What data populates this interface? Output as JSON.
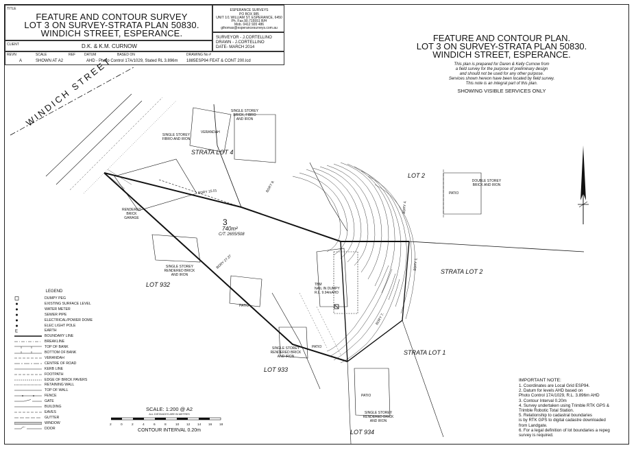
{
  "title_block": {
    "title_tag": "TITLE",
    "title_lines": [
      "FEATURE AND CONTOUR SURVEY",
      "LOT 3 ON SURVEY-STRATA PLAN 50830.",
      "WINDICH STREET, ESPERANCE."
    ],
    "company_lines": [
      "ESPERANCE SURVEYS",
      "PO BOX 985",
      "UNIT 1/1 WILLIAM ST. ESPERANCE, 6450",
      "Ph. Fax.90.715551 B/H",
      "Mob. 0412 920 486",
      "gthomas@esperancesurveys.com.au"
    ],
    "client_tag": "CLIENT",
    "client": "D.K. & K.M. CURNOW",
    "surveyor_lines": [
      "SURVEYOR - J.CORTELLINO",
      "DRAWN - J.CORTELLINO",
      "DATE- MARCH 2014"
    ],
    "header_labels": [
      "REVN",
      "SCALE",
      "REF",
      "DATUM",
      "BASED ON",
      "DRAWING No #"
    ],
    "revision": "A",
    "scale": "SHOWN AT A2",
    "datum": "AHD - Photo Control 17A/1029, Stated RL 3.896m",
    "drawing_no": "1885ESP94 FEAT & CONT 200.lcd"
  },
  "plan_heading": {
    "lines": [
      "FEATURE AND CONTOUR PLAN.",
      "LOT 3 ON SURVEY-STRATA PLAN 50830.",
      "WINDICH STREET, ESPERANCE."
    ],
    "note_lines": [
      "This plan is prepared for Daren & Kelly Curnow from",
      "a field survey for the purpose of  preliminary design",
      "and should not be used for any other purpose.",
      "Services shown hereon have been  located by field survey.",
      "This note is an integral part of this plan."
    ],
    "services_note": "SHOWING VISIBLE SERVICES ONLY"
  },
  "map_labels": {
    "street": "WINDICH STREET",
    "strata_lot_4": "STRATA LOT 4",
    "strata_lot_2": "STRATA LOT 2",
    "strata_lot_1": "STRATA LOT 1",
    "lot_2": "LOT 2",
    "lot_932": "LOT 932",
    "lot_933": "LOT 933",
    "lot_934": "LOT 934",
    "lot_no": "3",
    "lot_area": "740m²",
    "lot_ct": "C/T: 2655/508",
    "house_single_fibro": [
      "SINGLE STOREY",
      "FIBRO AND IRON"
    ],
    "verandah": "VERANDAH",
    "house_brick_fibro": [
      "SINGLE STOREY",
      "BRICK, FIBRO",
      "AND IRON"
    ],
    "garage": [
      "RENDERED",
      "BRICK",
      "GARAGE"
    ],
    "house_double": [
      "DOUBLE STOREY",
      "BRICK AND IRON"
    ],
    "patio_1": "PATIO",
    "patio_2": "PATIO",
    "patio_3": "PATIO",
    "patio_4": "PATIO",
    "house_rendered_932": [
      "SINGLE STOREY",
      "RENDERED BRICK",
      "AND IRON"
    ],
    "house_rendered_933": [
      "SINGLE STOREY",
      "RENDERED BRICK",
      "AND IRON"
    ],
    "house_rendered_934": [
      "SINGLE STOREY",
      "RENDERED BRICK",
      "AND IRON"
    ],
    "tbm": [
      "TBM",
      "NAIL IN DUMPY",
      "R.L. 9.94mAHD"
    ],
    "bdry_labels": [
      "BDRY 15.01",
      "BDRY 9.",
      "BDRY 27.37",
      "BDRY 7.",
      "BDRY 1.",
      "BDRY 4."
    ]
  },
  "legend": {
    "title": "LEGEND",
    "items": [
      "DUMPY PEG",
      "EXISTING SURFACE LEVEL",
      "WATER METER",
      "SEWER PIPE",
      "ELECTRICAL/POWER DOME",
      "ELEC LIGHT POLE",
      "EARTH",
      "BOUNDARY LINE",
      "BREAKLINE",
      "TOP OF BANK",
      "BOTTOM OF BANK",
      "VERANDAH",
      "CENTRE OF ROAD",
      "KERB LINE",
      "FOOTPATH",
      "EDGE OF BRICK PAVERS",
      "RETAINING WALL",
      "TOP OF WALL",
      "FENCE",
      "GATE",
      "BUILDING",
      "EAVES",
      "GUTTER",
      "WINDOW",
      "DOOR"
    ]
  },
  "scale_bar": {
    "scale_text": "SCALE: 1:200 @ A2",
    "units_note": "ALL DISTANCES ARE IN METRES",
    "ticks": [
      "2",
      "0",
      "2",
      "4",
      "6",
      "8",
      "10",
      "12",
      "14",
      "16",
      "18"
    ],
    "contour_interval": "CONTOUR INTERVAL 0.20m"
  },
  "important_note": {
    "title": "IMPORTANT NOTE:",
    "lines": [
      "1. Coordinates are Local Grid ESP94.",
      "2. Datum for levels AHD based on",
      "Photo Control 17A/1029, R.L. 3.896m AHD",
      "3. Contour Interval 0.20m",
      "4. Survey undertaken using Trimble RTK GPS &",
      "Trimble Robotic Total Station.",
      "5. Relationship to cadastral boundaries",
      "is by RTK GPS to digital cadastre downloaded",
      "from Landgate.",
      "6. For a legal definition of lot boundaries a repeg",
      "survey is required."
    ]
  },
  "north_arrow": {
    "icon": "north-arrow-icon"
  }
}
